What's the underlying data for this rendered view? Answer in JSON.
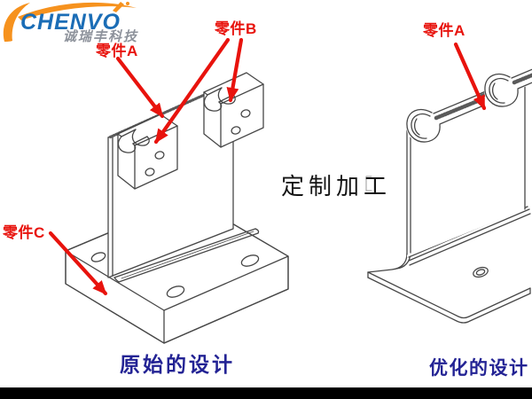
{
  "logo": {
    "brand": "CHENVO",
    "company": "诚瑞丰科技"
  },
  "labels": {
    "part_a_left": "零件A",
    "part_b": "零件B",
    "part_c": "零件C",
    "part_a_right": "零件A"
  },
  "watermark": "定制加工",
  "captions": {
    "original": "原始的设计",
    "optimized": "优化的设计"
  },
  "colors": {
    "annotation_red": "#e8130d",
    "caption_navy": "#232394",
    "brand_blue": "#1b6db6",
    "brand_orange": "#f6921e",
    "company_gray": "#8d929b",
    "line_gray": "#474747",
    "bottom_bar": "#000000"
  }
}
